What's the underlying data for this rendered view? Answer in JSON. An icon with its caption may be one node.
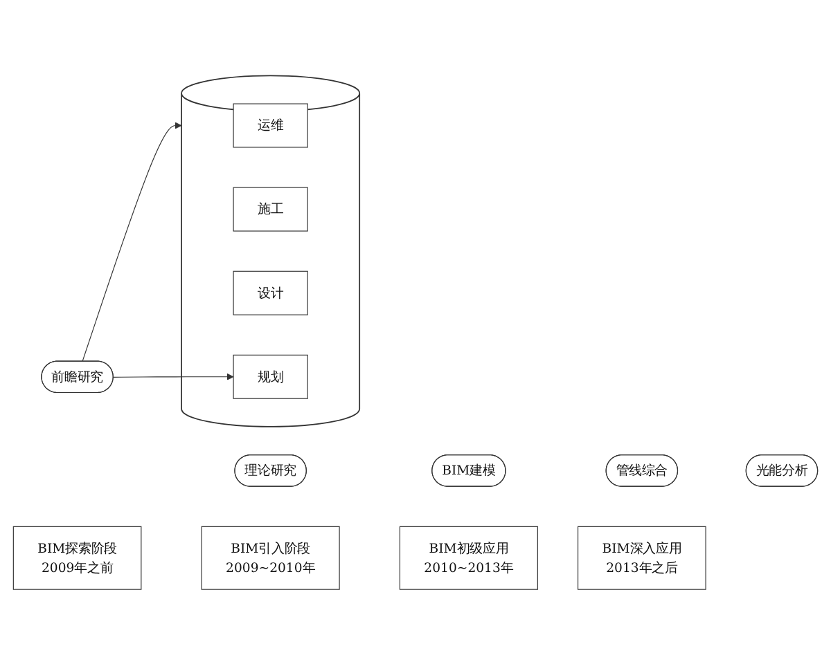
{
  "diagram": {
    "nodes": [
      {
        "text": [],
        "shape": "cylinder"
      },
      {
        "text": [
          "运维"
        ],
        "in": 0
      },
      {
        "text": [
          "施工"
        ],
        "in": 0
      },
      {
        "text": [
          "设计"
        ],
        "in": 0
      },
      {
        "text": [
          "规划"
        ],
        "in": 0
      },
      {
        "text": [
          "光能分析"
        ]
      },
      {
        "text": [
          "管线综合"
        ]
      },
      {
        "text": [
          "BIM建模"
        ]
      },
      {
        "text": [
          "理论研究"
        ]
      },
      {
        "text": [
          "前瞻研究"
        ]
      },
      {
        "text": [
          "BIM探索阶段",
          "2009年之前"
        ]
      },
      {
        "text": [
          "BIM引入阶段",
          "2009~2010年"
        ]
      },
      {
        "text": [
          "BIM初级应用",
          "2010~2013年"
        ]
      },
      {
        "text": [
          "BIM深入应用",
          "2013年之后"
        ]
      }
    ],
    "edges": [
      {
        "from": 9,
        "to": 0,
        "arrow": "to"
      },
      {
        "from": 9,
        "to": 4,
        "arrow": "to"
      }
    ]
  }
}
